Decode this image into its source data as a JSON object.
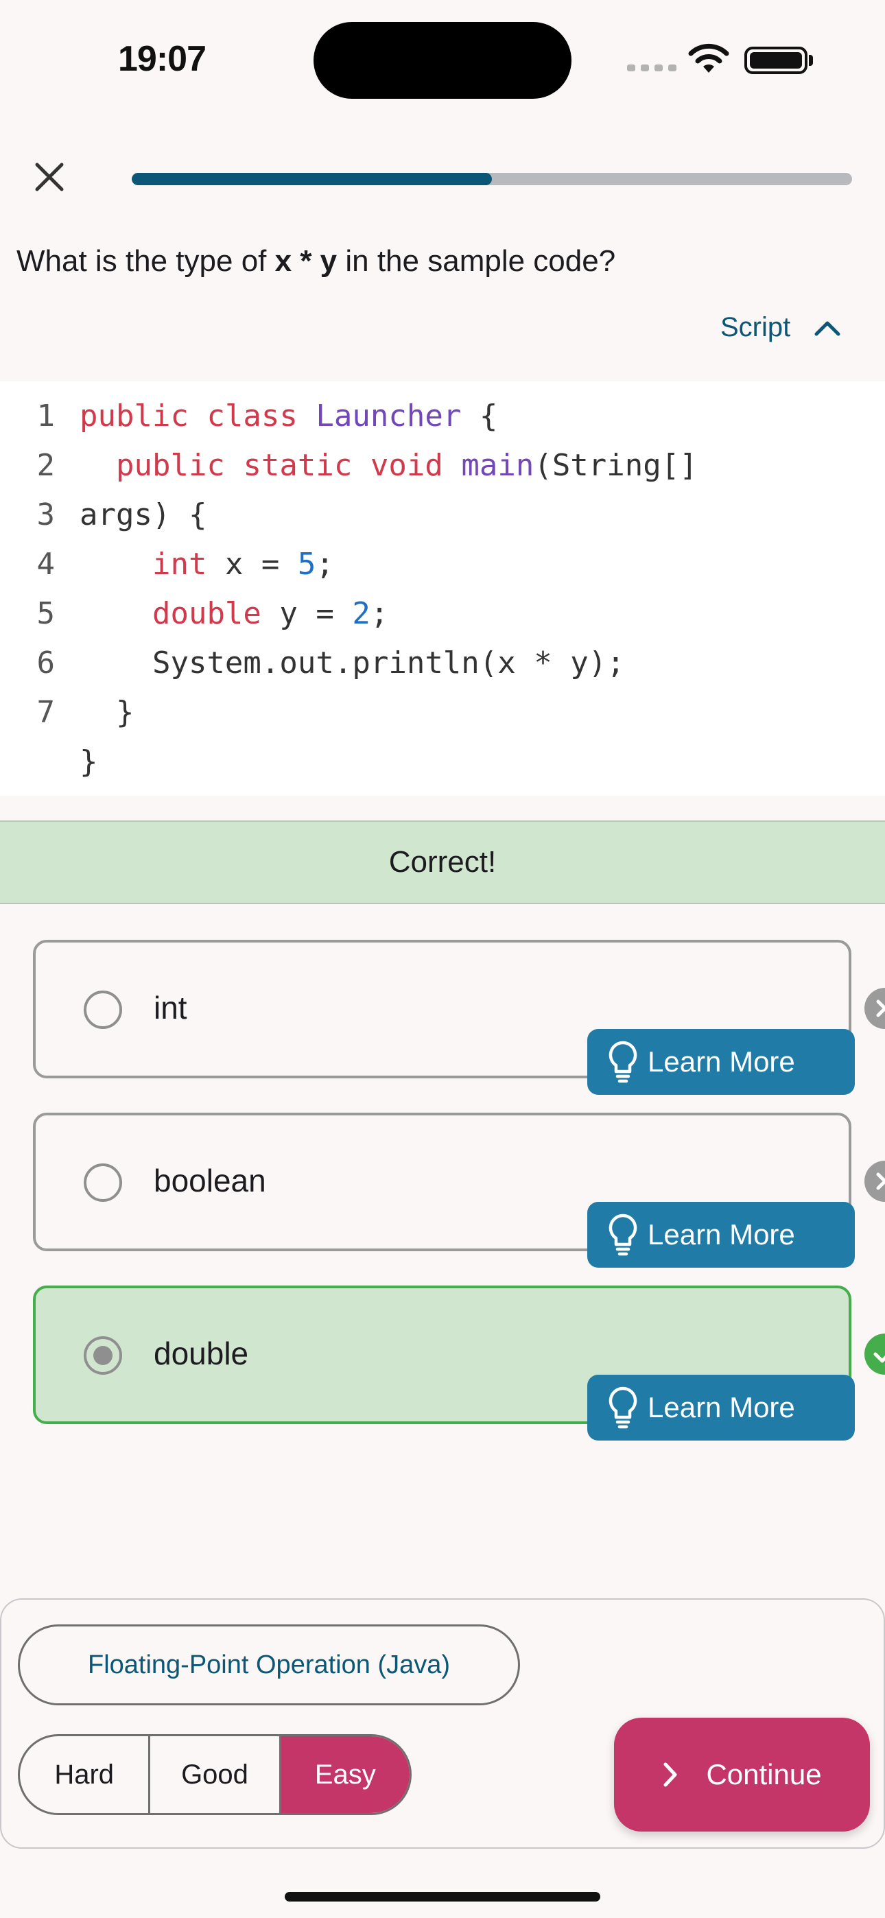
{
  "status_bar": {
    "time": "19:07"
  },
  "progress": {
    "fraction": 0.5
  },
  "question": {
    "prefix": "What is the type of ",
    "code": "x * y",
    "suffix": " in the sample code?"
  },
  "script_toggle": {
    "label": "Script"
  },
  "code": {
    "line_numbers": [
      "1",
      "2",
      "3",
      "4",
      "5",
      "6",
      "7"
    ],
    "lines": [
      "public class Launcher {",
      "  public static void main(String[]",
      "args) {",
      "    int x = 5;",
      "    double y = 2;",
      "    System.out.println(x * y);",
      "  }",
      "}"
    ]
  },
  "banner": {
    "text": "Correct!"
  },
  "options": [
    {
      "label": "int",
      "learn_more": "Learn More",
      "status": "wrong"
    },
    {
      "label": "boolean",
      "learn_more": "Learn More",
      "status": "wrong"
    },
    {
      "label": "double",
      "learn_more": "Learn More",
      "status": "correct"
    }
  ],
  "bottom": {
    "topic": "Floating-Point Operation (Java)",
    "difficulty": [
      "Hard",
      "Good",
      "Easy"
    ],
    "selected_difficulty": "Easy",
    "continue_label": "Continue"
  },
  "colors": {
    "accent_blue": "#0b5775",
    "learn_more_bg": "#207ba6",
    "correct_green": "#45ad4c",
    "correct_bg": "#d1e6cf",
    "primary_pink": "#c43668"
  }
}
